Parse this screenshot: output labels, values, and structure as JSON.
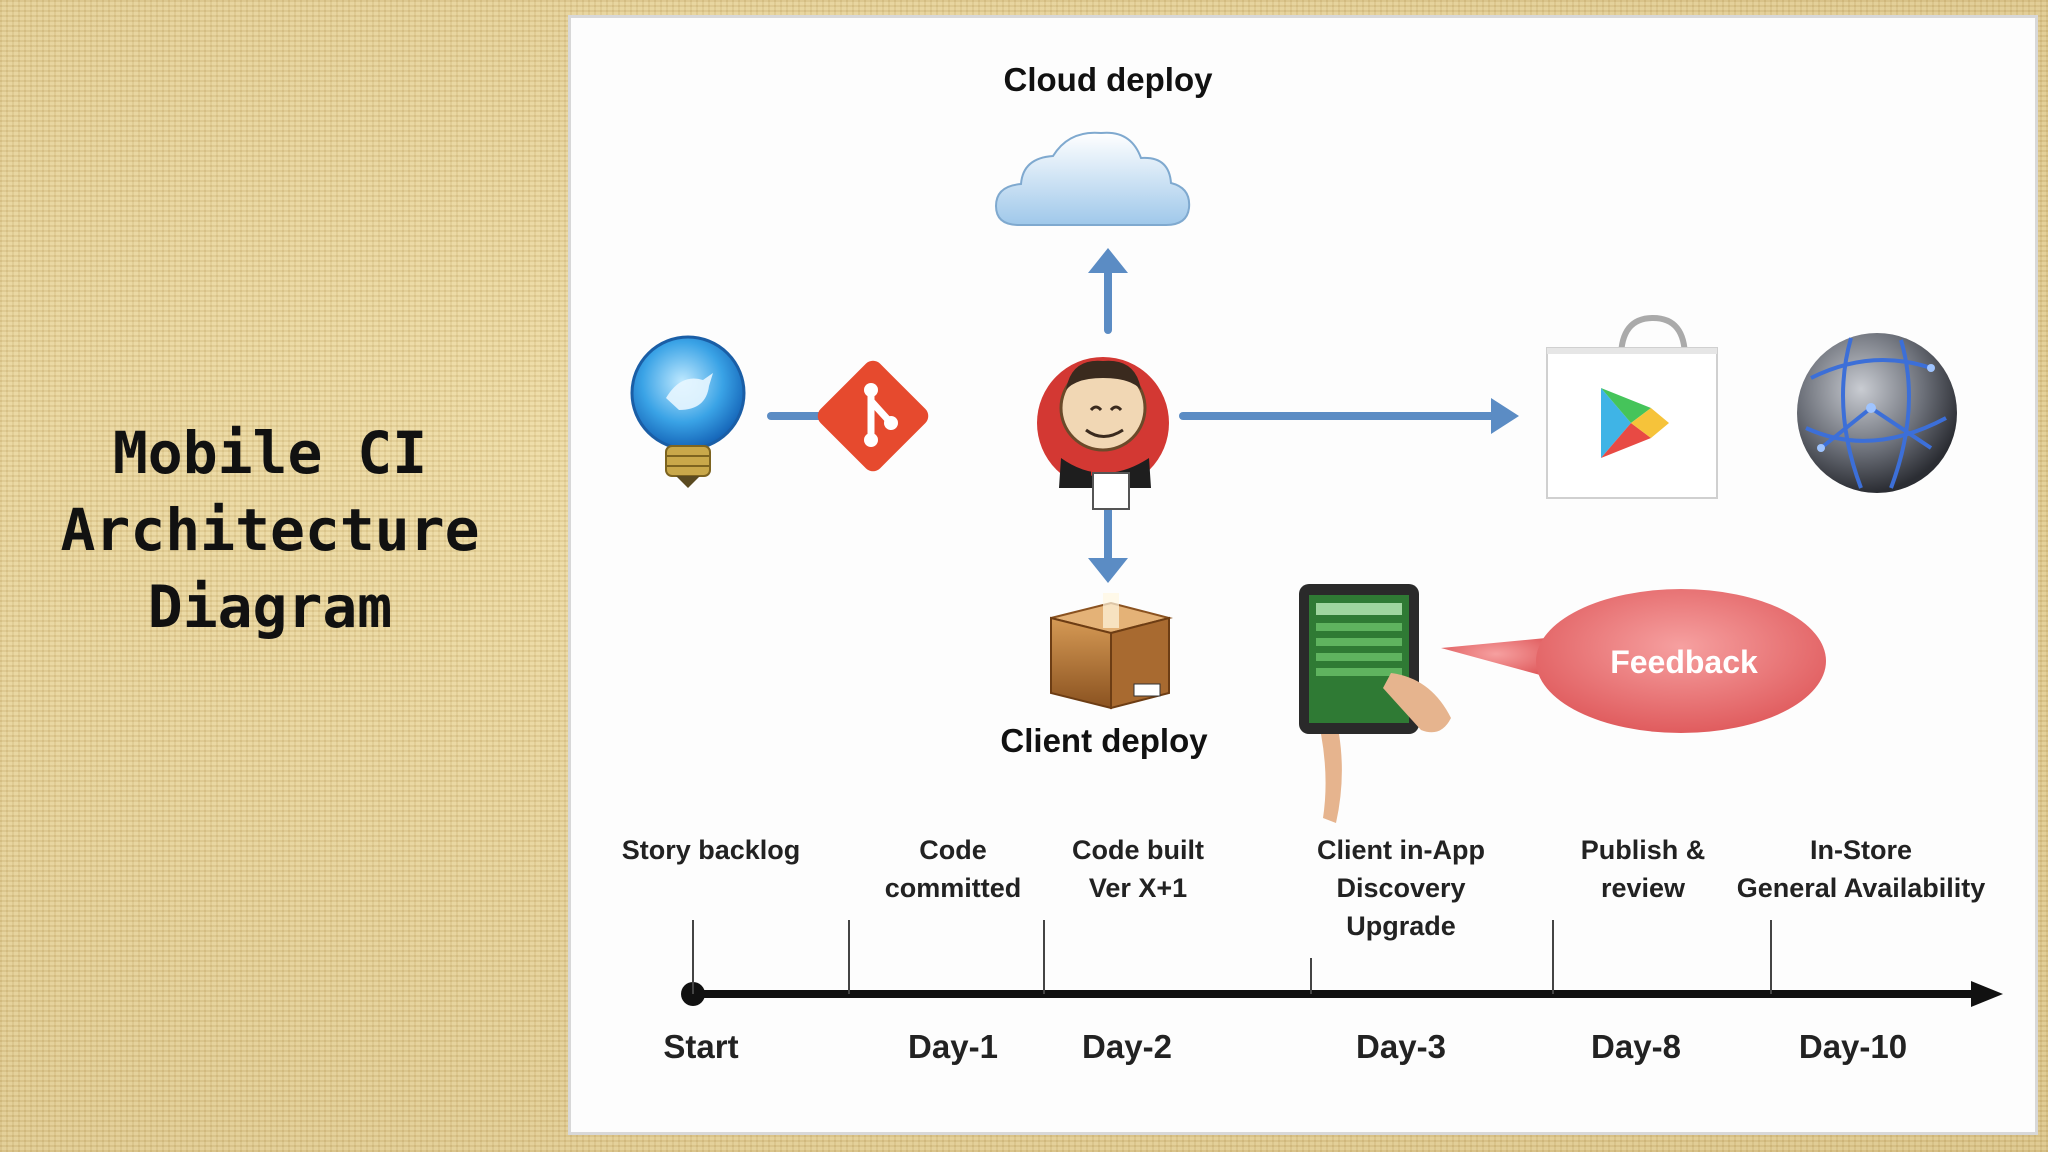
{
  "slide": {
    "title_lines": [
      "Mobile CI",
      "Architecture",
      "Diagram"
    ]
  },
  "diagram": {
    "labels": {
      "cloud": "Cloud deploy",
      "client": "Client deploy",
      "feedback": "Feedback"
    },
    "milestones": [
      {
        "lines": [
          "Story backlog"
        ],
        "day": "Start"
      },
      {
        "lines": [
          "Code",
          "committed"
        ],
        "day": "Day-1"
      },
      {
        "lines": [
          "Code built",
          "Ver X+1"
        ],
        "day": "Day-2"
      },
      {
        "lines": [
          "Client in-App",
          "Discovery",
          "Upgrade"
        ],
        "day": "Day-3"
      },
      {
        "lines": [
          "Publish &",
          "review"
        ],
        "day": "Day-8"
      },
      {
        "lines": [
          "In-Store",
          "General Availability"
        ],
        "day": "Day-10"
      }
    ]
  },
  "colors": {
    "arrow": "#5b8cc4",
    "git": "#e64a2e",
    "feedback": "#e8686a",
    "timeline": "#111111"
  },
  "icons": [
    "lightbulb-bird-icon",
    "git-icon",
    "jenkins-icon",
    "cloud-icon",
    "box-icon",
    "tablet-icon",
    "play-store-icon",
    "globe-icon"
  ]
}
